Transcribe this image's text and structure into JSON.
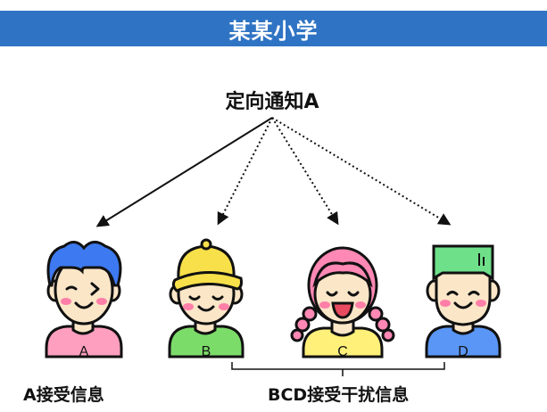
{
  "banner": {
    "title": "某某小学",
    "color": "#2f74c4"
  },
  "notice": {
    "title": "定向通知A"
  },
  "students": [
    {
      "label": "A",
      "hair": "#3d79f0",
      "shirt": "#ff9fbf",
      "arrow": "solid"
    },
    {
      "label": "B",
      "hair": "#f8e04a",
      "shirt": "#7cdc6a",
      "arrow": "dotted"
    },
    {
      "label": "C",
      "hair": "#ff88b4",
      "shirt": "#fff07a",
      "arrow": "dotted"
    },
    {
      "label": "D",
      "hair": "#6fe08a",
      "shirt": "#5a96f5",
      "arrow": "dotted"
    }
  ],
  "captions": {
    "a": "A接受信息",
    "bcd": "BCD接受干扰信息"
  }
}
